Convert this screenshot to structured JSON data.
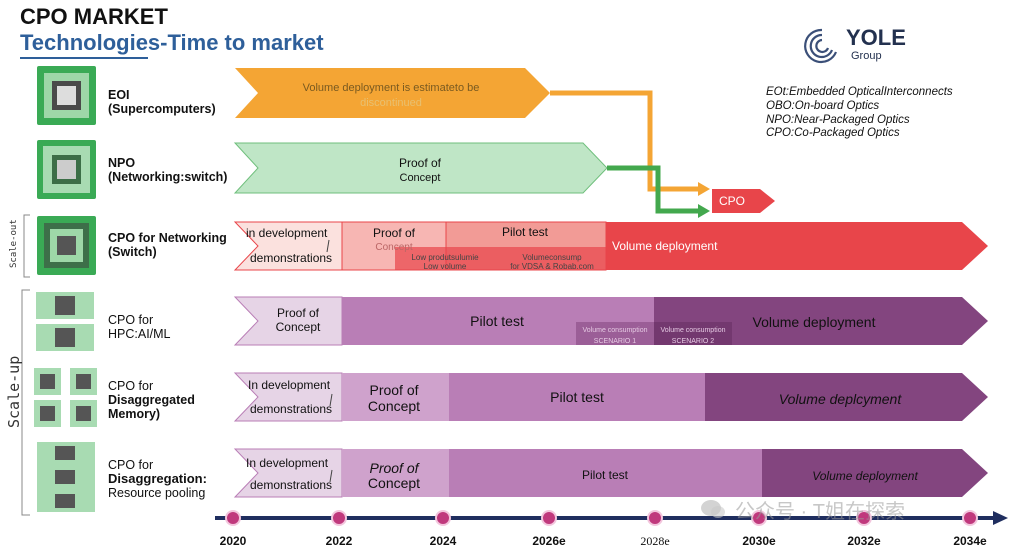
{
  "header": {
    "title": "CPO MARKET",
    "subtitle": "Technologies-Time to market"
  },
  "logo": {
    "name": "YOLE",
    "sub": "Group"
  },
  "legend": [
    "EOt:Embedded    OpticalInterconnects",
    "OBO:On-board    Optics",
    "NPO:Near-Packaged    Optics",
    "CPO:Co-Packaged    Optics"
  ],
  "side_labels": {
    "scale_out": "Scale-out",
    "scale_up": "Scale-up"
  },
  "rows": {
    "eoi": {
      "label_1": "EOI",
      "label_2": "(Supercomputers)",
      "arrow_1": "Volume    deployment    is    estimateto    be",
      "arrow_2": "discontinued"
    },
    "npo": {
      "label_1": "NPO",
      "label_2": "(Networking:switch)",
      "arrow_1": "Proof    of",
      "arrow_2": "Concept"
    },
    "cpo_target": "CPO",
    "cpo_net": {
      "label_1": "CPO for Networking",
      "label_2": "(Switch)",
      "seg1_a": "in development",
      "seg1_b": "demonstrations",
      "seg2_a": "Proof of",
      "seg2_b": "Concept",
      "seg3": "Pilot    test",
      "seg4": "Volume     deployment",
      "note_1": "Low  produtsulumie",
      "note_2": "Low volume",
      "note_3": "Volumeconsump",
      "note_4": "for VDSA & Robab.com"
    },
    "cpo_hpc": {
      "label_1": "CPO  for",
      "label_2": "HPC:AI/ML",
      "seg1_a": "Proof of",
      "seg1_b": "Concept",
      "seg2": "Pilot test",
      "seg3": "Volume deployment",
      "note_1": "Volume    consumption",
      "note_2": "SCENARIO 1",
      "note_3": "Volume    consumption",
      "note_4": "SCENARIO 2"
    },
    "cpo_mem": {
      "label_1": "CPO    for",
      "label_2": "Disaggregated",
      "label_3": "Memory)",
      "seg1_a": "In development",
      "seg1_b": "demonstrations",
      "seg2_a": "Proof of",
      "seg2_b": "Concept",
      "seg3": "Pilot test",
      "seg4": "Volume deplcyment"
    },
    "cpo_res": {
      "label_1": "CPO  for",
      "label_2": "Disaggregation:",
      "label_3": "Resource    pooling",
      "seg1_a": "In development",
      "seg1_b": "demonstrations",
      "seg2_a": "Proof of",
      "seg2_b": "Concept",
      "seg3": "Pilot    test",
      "seg4": "Volume      deployment"
    }
  },
  "timeline": {
    "years": [
      "2020",
      "2022",
      "2024",
      "2026e",
      "2028e",
      "2030e",
      "2032e",
      "2034e"
    ]
  },
  "watermark": "公众号 · T姐在探索",
  "colors": {
    "title_blue": "#2e5f9a",
    "eoi_orange": "#f4a534",
    "npo_green": "#bfe6c6",
    "cpo_red": "#e8454a",
    "cpo_pink": "#f7b6b3",
    "purple_dark": "#83457f",
    "purple_mid": "#b97eb6",
    "purple_light": "#e6d4e6",
    "timeline_navy": "#1f2e5f",
    "tile_green": "#3aaa55"
  }
}
